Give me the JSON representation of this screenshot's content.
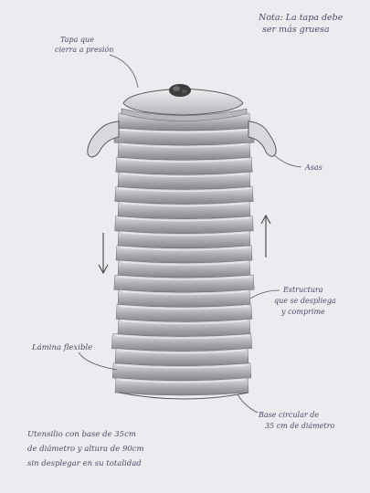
{
  "annotations": {
    "note_line1": "Nota: La tapa debe",
    "note_line2": "ser más gruesa",
    "lid_line1": "Tapa que",
    "lid_line2": "cierra a presión",
    "handles": "Asas",
    "structure_line1": "Estructura",
    "structure_line2": "que se despliega",
    "structure_line3": "y comprime",
    "sheet": "Lámina flexible",
    "base_line1": "Base circular de",
    "base_line2": "35 cm de diámetro",
    "utensil_line1": "Utensilio con base de 35cm",
    "utensil_line2": "de diámetro y altura de 90cm",
    "utensil_line3": "sin desplegar en su totalidad"
  },
  "colors": {
    "paper": "#ecebef",
    "pencil": "#4a4a4a",
    "shade_dark": "#8c8c92",
    "shade_light": "#d8d8dc",
    "ink": "#4a4a6a"
  }
}
